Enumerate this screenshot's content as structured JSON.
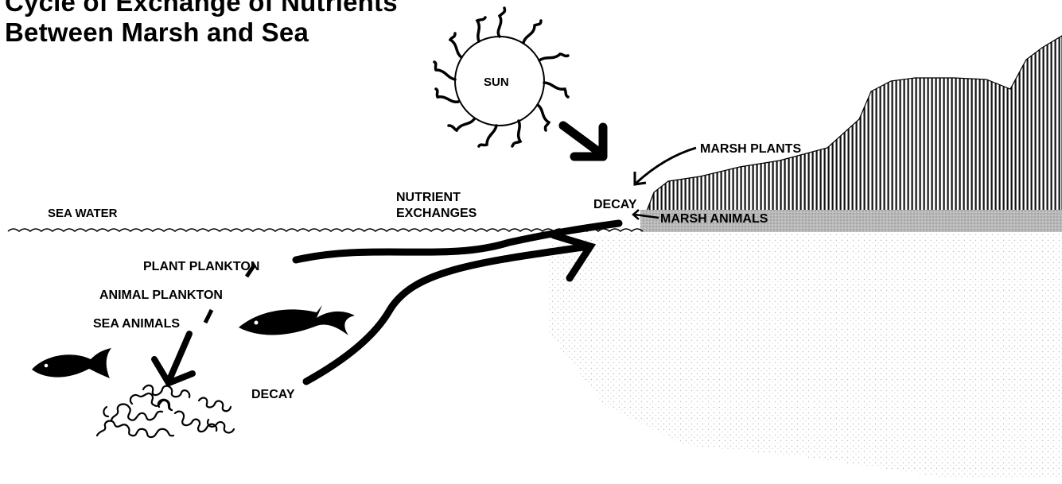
{
  "title": {
    "line1": "Cycle of Exchange of Nutrients",
    "line2": "Between Marsh and Sea"
  },
  "labels": {
    "sun": "SUN",
    "marsh_plants": "MARSH PLANTS",
    "nutrient_line1": "NUTRIENT",
    "nutrient_line2": "EXCHANGES",
    "sea_water": "SEA WATER",
    "decay_shore": "DECAY",
    "marsh_animals": "MARSH ANIMALS",
    "plant_plankton": "PLANT PLANKTON",
    "animal_plankton": "ANIMAL PLANKTON",
    "sea_animals": "SEA ANIMALS",
    "decay_bottom": "DECAY"
  },
  "icons": [
    "sun-icon",
    "fish-icon",
    "decay-debris-icon",
    "arrow-icon"
  ]
}
